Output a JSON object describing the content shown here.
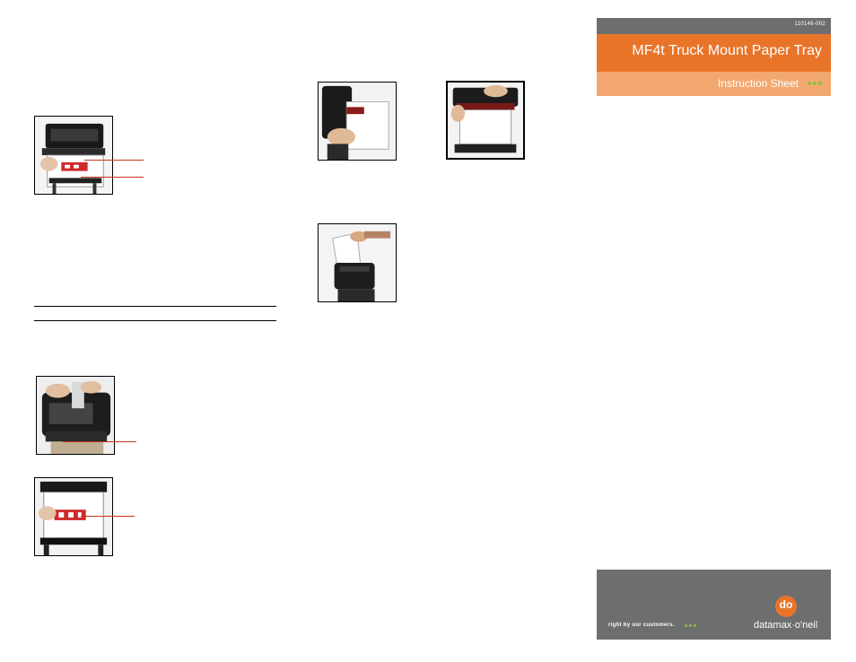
{
  "header": {
    "doc_number": "110146-002",
    "title": "MF4t Truck Mount Paper Tray",
    "subtitle": "Instruction Sheet"
  },
  "footer": {
    "tagline": "right by our customers.",
    "logo_text": "do",
    "brand": "datamax·o'neil"
  },
  "colors": {
    "accent_orange": "#e8742a",
    "light_orange": "#f3a870",
    "gray": "#6d6e70",
    "green_dots": "#8cbf3f",
    "callout_red": "#c8321e"
  },
  "photos": [
    {
      "id": "photo-printer-open-paper",
      "icon": "printer-photo"
    },
    {
      "id": "photo-tray-mechanism",
      "icon": "printer-photo"
    },
    {
      "id": "photo-paper-insert",
      "icon": "printer-photo"
    },
    {
      "id": "photo-roll-loading",
      "icon": "printer-photo"
    },
    {
      "id": "photo-roll-closing",
      "icon": "printer-photo"
    },
    {
      "id": "photo-paper-feed",
      "icon": "printer-photo"
    }
  ]
}
